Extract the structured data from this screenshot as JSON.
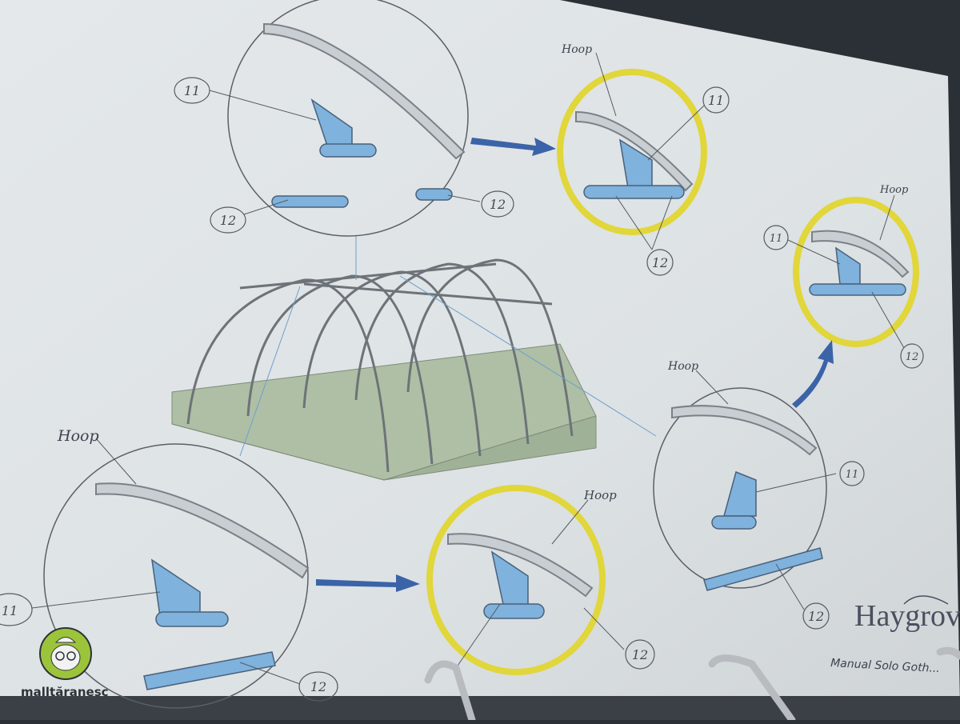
{
  "page": {
    "brand": "Haygrove",
    "manual_title": "Manual Solo Goth..."
  },
  "callouts": {
    "hoop": "Hoop",
    "part_11": "11",
    "part_12": "12"
  },
  "watermark": {
    "text": "malltăranesc",
    "logo_color": "#9cc43a"
  },
  "colors": {
    "paper": "#dde2e5",
    "part_blue": "#7fb2dc",
    "highlight_ring": "#e3d83a",
    "arrow": "#3b63a8",
    "ground": "#a9bda0"
  }
}
